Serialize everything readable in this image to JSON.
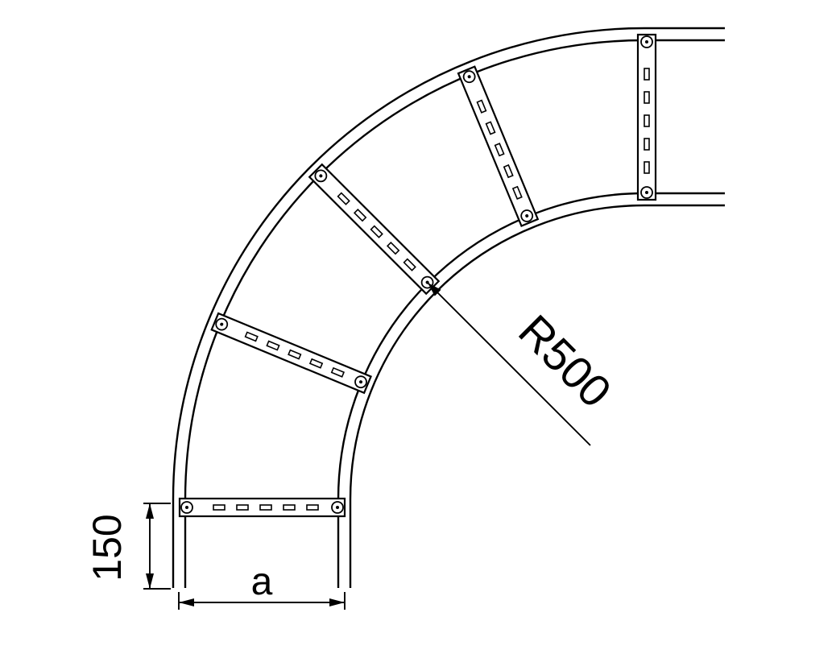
{
  "drawing": {
    "type": "technical-drawing-cable-ladder-90-degree-bend",
    "labels": {
      "tangent_length": "150",
      "width": "a",
      "radius": "R500"
    },
    "colors": {
      "line": "#000000",
      "background": "#ffffff"
    }
  }
}
